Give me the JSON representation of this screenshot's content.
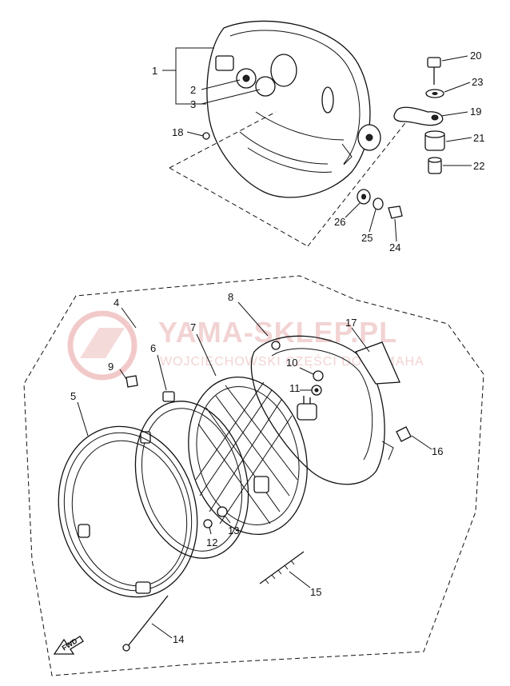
{
  "watermark": {
    "brand": "YAMA-SKLEP.PL",
    "subtitle": "WOJCIECHOWSKI   CZĘŚCI DO YAMAHA"
  },
  "fwd_label": "FWD",
  "parts": [
    {
      "id": "p1",
      "label": "1"
    },
    {
      "id": "p2",
      "label": "2"
    },
    {
      "id": "p3",
      "label": "3"
    },
    {
      "id": "p4",
      "label": "4"
    },
    {
      "id": "p5",
      "label": "5"
    },
    {
      "id": "p6",
      "label": "6"
    },
    {
      "id": "p7",
      "label": "7"
    },
    {
      "id": "p8",
      "label": "8"
    },
    {
      "id": "p9",
      "label": "9"
    },
    {
      "id": "p10",
      "label": "10"
    },
    {
      "id": "p11",
      "label": "11"
    },
    {
      "id": "p12",
      "label": "12"
    },
    {
      "id": "p13",
      "label": "13"
    },
    {
      "id": "p14",
      "label": "14"
    },
    {
      "id": "p15",
      "label": "15"
    },
    {
      "id": "p16",
      "label": "16"
    },
    {
      "id": "p17",
      "label": "17"
    },
    {
      "id": "p18",
      "label": "18"
    },
    {
      "id": "p19",
      "label": "19"
    },
    {
      "id": "p20",
      "label": "20"
    },
    {
      "id": "p21",
      "label": "21"
    },
    {
      "id": "p22",
      "label": "22"
    },
    {
      "id": "p23",
      "label": "23"
    },
    {
      "id": "p24",
      "label": "24"
    },
    {
      "id": "p25",
      "label": "25"
    },
    {
      "id": "p26",
      "label": "26"
    }
  ]
}
